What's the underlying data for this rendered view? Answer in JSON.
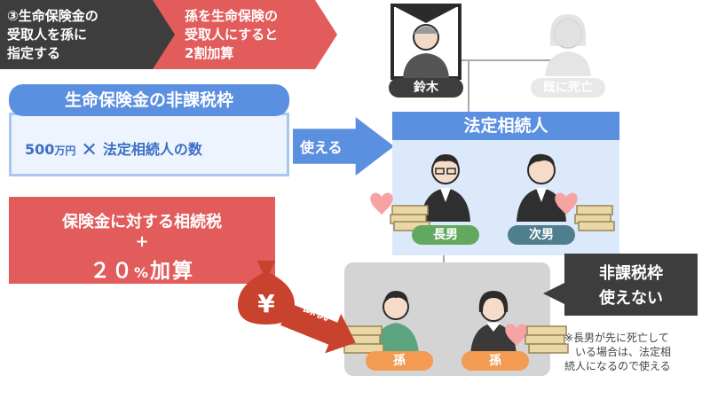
{
  "steps": {
    "dark": {
      "lines": [
        "③生命保険金の",
        "受取人を孫に",
        "指定する"
      ]
    },
    "red": {
      "lines": [
        "孫を生命保険の",
        "受取人にすると",
        "2割加算"
      ]
    }
  },
  "exempt": {
    "title": "生命保険金の非課税枠",
    "amount": "500",
    "unit": "万円",
    "times": "✕",
    "heirs_count": "法定相続人の数"
  },
  "usable_arrow": "使える",
  "tax": {
    "line1": "保険金に対する相続税",
    "plus": "+",
    "line3_num": "２０",
    "line3_pct": "%",
    "line3_word": "加算"
  },
  "people": {
    "suzuki": "鈴木",
    "deceased": "既に死亡",
    "heirs_header": "法定相続人",
    "eldest_son": "長男",
    "second_son": "次男",
    "grandchild1": "孫",
    "grandchild2": "孫"
  },
  "yen_bag": "¥",
  "tax_arrow": "課税",
  "note": {
    "lines": [
      "非課税枠",
      "使えない"
    ]
  },
  "footnote": [
    "※長男が先に死亡して",
    "いる場合は、法定相",
    "続人になるので使える"
  ],
  "colors": {
    "blue": "#5b8fe0",
    "red": "#e25c5c",
    "dark": "#3d3d3d",
    "money_bag": "#c9422e"
  }
}
